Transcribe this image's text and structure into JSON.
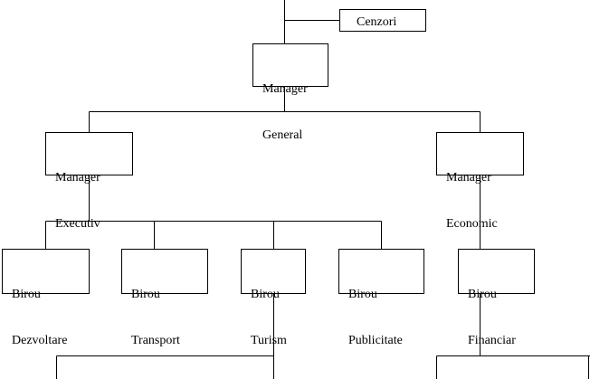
{
  "nodes": {
    "cenzori": {
      "label": "Cenzori"
    },
    "manager_general": {
      "line1": "Manager",
      "line2": "General"
    },
    "manager_executiv": {
      "line1": "Manager",
      "line2": "Executiv"
    },
    "manager_economic": {
      "line1": "Manager",
      "line2": "Economic"
    },
    "birou_dezvoltare": {
      "line1": "Birou",
      "line2": "Dezvoltare"
    },
    "birou_transport": {
      "line1": "Birou",
      "line2": "Transport"
    },
    "birou_turism": {
      "line1": "Birou",
      "line2": "Turism"
    },
    "birou_publicitate": {
      "line1": "Birou",
      "line2": "Publicitate"
    },
    "birou_financiar": {
      "line1": "Birou",
      "line2": "Financiar"
    }
  }
}
